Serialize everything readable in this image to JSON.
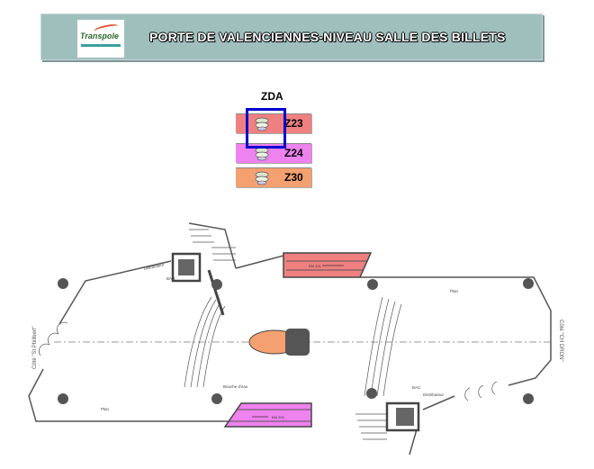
{
  "header": {
    "logo_text": "Transpole",
    "title": "PORTE DE VALENCIENNES-NIVEAU SALLE DES BILLETS"
  },
  "zones": {
    "title": "ZDA",
    "items": [
      {
        "label": "Z23",
        "color": "#f08080",
        "selected": true
      },
      {
        "label": "Z24",
        "color": "#ee82ee",
        "selected": false
      },
      {
        "label": "Z30",
        "color": "#f4a070",
        "selected": false
      }
    ]
  },
  "plan": {
    "left_side": "Côté \"St Philibert\"",
    "right_side": "Côté \"CH DRON\"",
    "escalator_top": "EM 201",
    "escalator_bottom": "EM 202",
    "plan_label_left": "Plan",
    "plan_label_right": "Plan",
    "bau_left": "BAU",
    "bau_right": "BAU",
    "distributor_left": "Distributeur",
    "distributor_right": "Distributeur",
    "water_label": "Bouche d'eau"
  }
}
